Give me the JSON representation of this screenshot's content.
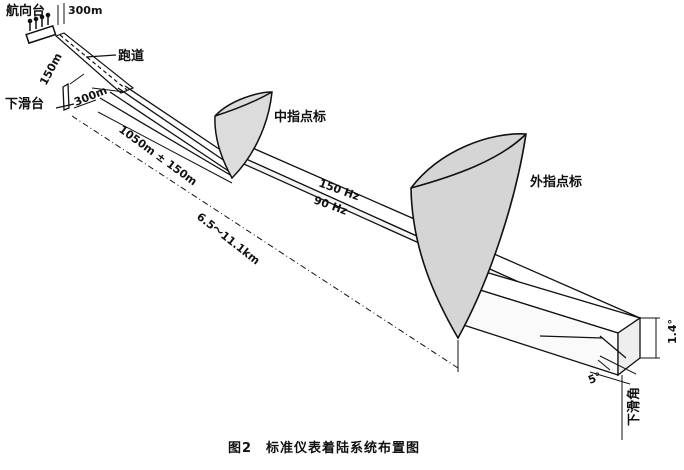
{
  "labels": {
    "localizer": "航向台",
    "runway": "跑道",
    "glideslope": "下滑台",
    "middle_marker": "中指点标",
    "outer_marker": "外指点标",
    "freq_150": "150 Hz",
    "freq_90": "90 Hz",
    "glide_angle": "下滑角"
  },
  "dimensions": {
    "localizer_offset": "300m",
    "gs_lateral": "150m",
    "gs_longitudinal": "300m",
    "middle_marker_distance": "1050m ± 150m",
    "outer_marker_distance": "6.5～11.1km",
    "beam_thickness": "1.4°",
    "beam_width": "5°"
  },
  "caption": "图2　标准仪表着陆系统布置图"
}
